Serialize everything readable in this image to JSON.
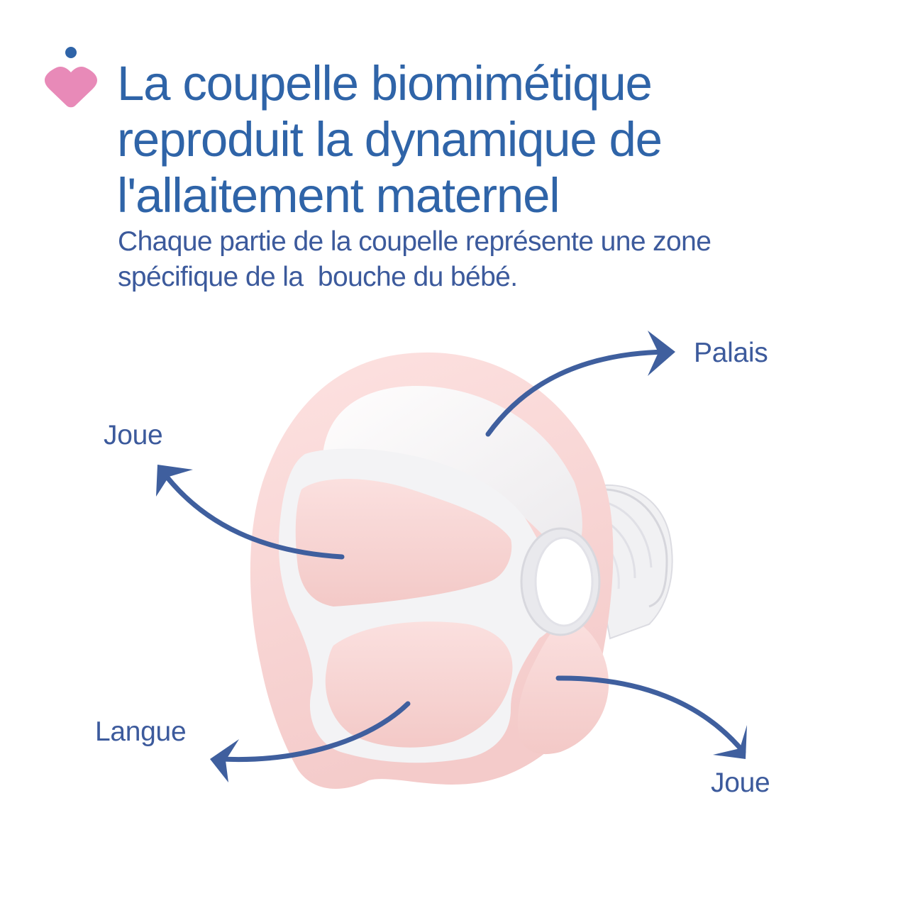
{
  "brand": {
    "logo_icon": "heart-with-dot-icon",
    "colors": {
      "heart_pink": "#e88ab8",
      "dot_blue": "#2f64a8",
      "title_blue": "#2f64a8",
      "text_blue": "#3c5a9c",
      "arrow_blue": "#3f5f9e",
      "shield_pink": "#f7d3d1",
      "inner_pink": "#f6cfcd",
      "clear_plastic": "#f2f2f4"
    }
  },
  "header": {
    "title_lines": [
      "La coupelle biomimétique",
      "reproduit la dynamique de",
      "l'allaitement maternel"
    ],
    "subtitle_lines": [
      "Chaque partie de la coupelle représente une zone",
      "spécifique de la  bouche du bébé."
    ]
  },
  "diagram": {
    "image_subject": "breast-shield-cup-illustration",
    "callouts": [
      {
        "id": "palais",
        "label": "Palais",
        "direction": "up-right"
      },
      {
        "id": "joue-left",
        "label": "Joue",
        "direction": "up-left"
      },
      {
        "id": "langue",
        "label": "Langue",
        "direction": "left"
      },
      {
        "id": "joue-right",
        "label": "Joue",
        "direction": "down-right"
      }
    ]
  }
}
